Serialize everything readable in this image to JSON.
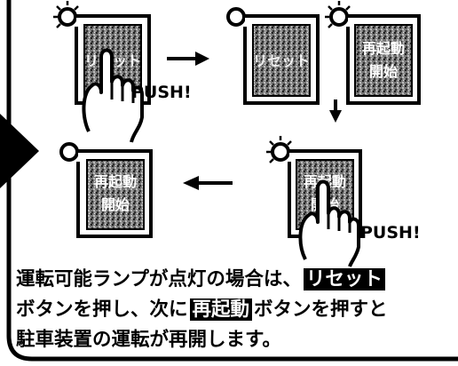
{
  "button_labels": {
    "reset": "リセット",
    "restart_top": "再起動",
    "restart_bottom": "開始"
  },
  "push_labels": [
    "PUSH!",
    "PUSH!"
  ],
  "description": {
    "line1_before": "運転可能ランプが点灯の場合は、",
    "line1_highlight": "リセット",
    "line2_before": "ボタンを押し、次に",
    "line2_highlight": "再起動",
    "line2_after": "ボタンを押すと",
    "line3": "駐車装置の運転が再開します。"
  },
  "colors": {
    "ink": "#000000",
    "paper": "#ffffff",
    "panel_fill": "#6a6a6a"
  },
  "icons": [
    "lamp-lit-icon",
    "lamp-off-icon",
    "pointing-hand-icon",
    "arrow-right-icon",
    "arrow-down-icon",
    "arrow-left-icon",
    "pointer-triangle-icon"
  ]
}
